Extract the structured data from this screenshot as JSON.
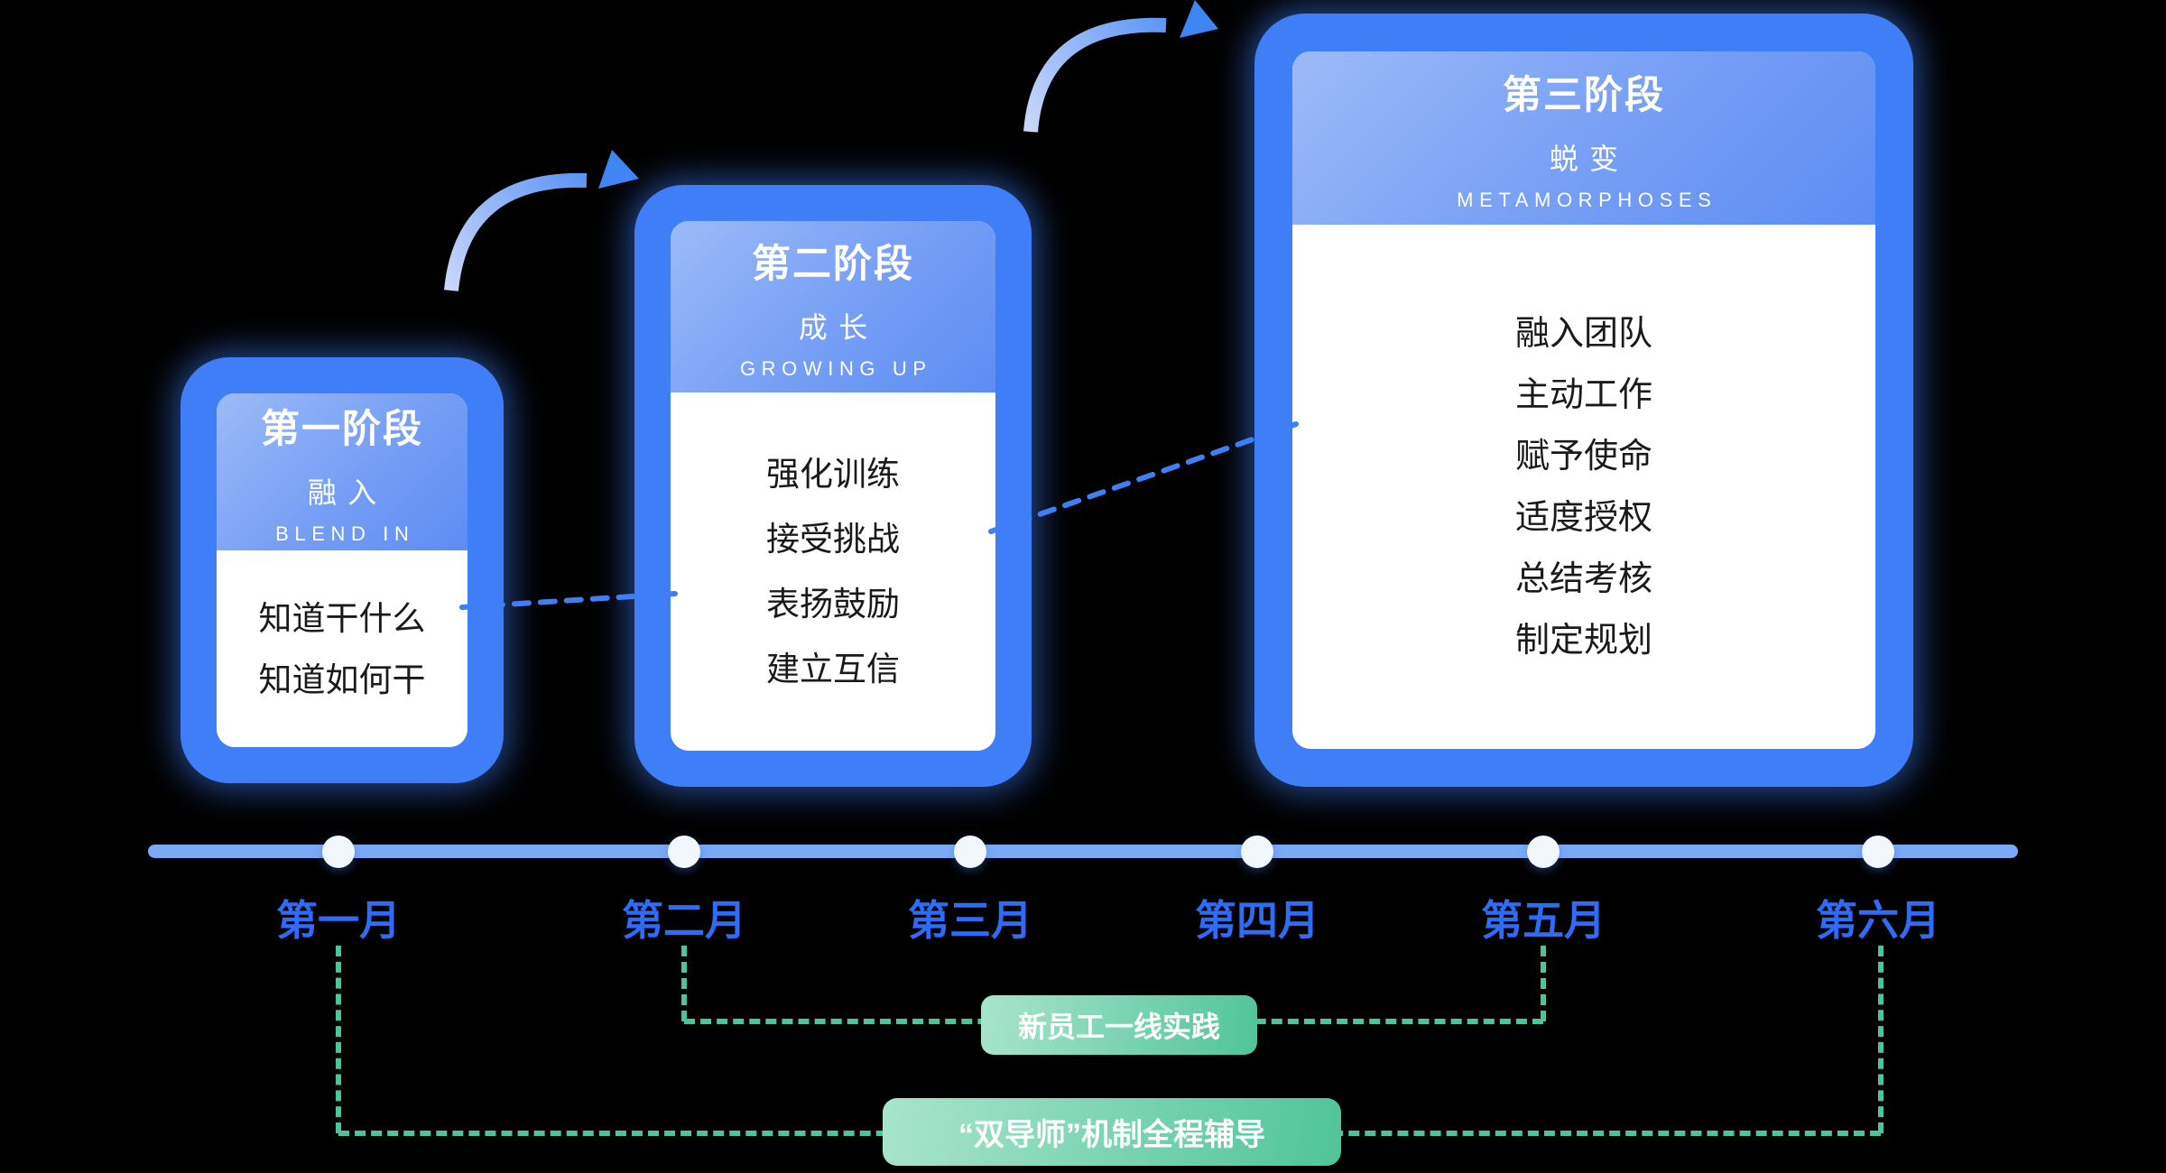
{
  "colors": {
    "background": "#000000",
    "card_blue": "#3F7EF6",
    "header_gradient_start": "#9CBAF8",
    "header_gradient_end": "#5D8CF3",
    "card_body_bg": "#FFFFFF",
    "item_text": "#1A1A1A",
    "timeline_line": "#7CA9F7",
    "timeline_dot": "#F2F7FE",
    "month_label": "#2E6BF6",
    "green_accent": "#4CC59C",
    "pill_gradient_start": "#A9E4CD",
    "pill_gradient_end": "#50C49A",
    "pill_text": "#FFFFFF",
    "connector_blue": "#3E7FF5"
  },
  "stages": [
    {
      "title": "第一阶段",
      "subtitle": "融入",
      "english": "BLEND IN",
      "items": [
        "知道干什么",
        "知道如何干"
      ]
    },
    {
      "title": "第二阶段",
      "subtitle": "成长",
      "english": "GROWING UP",
      "items": [
        "强化训练",
        "接受挑战",
        "表扬鼓励",
        "建立互信"
      ]
    },
    {
      "title": "第三阶段",
      "subtitle": "蜕变",
      "english": "METAMORPHOSES",
      "items": [
        "融入团队",
        "主动工作",
        "赋予使命",
        "适度授权",
        "总结考核",
        "制定规划"
      ]
    }
  ],
  "timeline": {
    "months": [
      "第一月",
      "第二月",
      "第三月",
      "第四月",
      "第五月",
      "第六月"
    ]
  },
  "annotations": {
    "practice": {
      "label": "新员工一线实践",
      "from_month": "第二月",
      "to_month": "第五月"
    },
    "mentor": {
      "label": "“双导师”机制全程辅导",
      "from_month": "第一月",
      "to_month": "第六月"
    }
  }
}
